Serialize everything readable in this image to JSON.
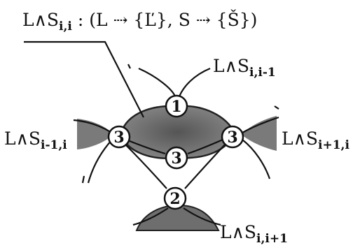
{
  "title": {
    "main": "L∧S",
    "sub": "i,i",
    "rest": ": (L ⇢ {Ľ}, S ⇢ {Š})"
  },
  "labels": {
    "top_right": {
      "main": "L∧S",
      "sub": "i,i-1"
    },
    "left": {
      "main": "L∧S",
      "sub": "i-1,i"
    },
    "right": {
      "main": "L∧S",
      "sub": "i+1,i"
    },
    "bottom": {
      "main": "L∧S",
      "sub": "i,i+1"
    }
  },
  "nodes": {
    "top": "1",
    "bottom": "2",
    "left": "3",
    "center": "3",
    "right": "3"
  },
  "colors": {
    "ink": "#111111",
    "shade": "#6b6b6b",
    "shade_light": "#9a9a9a"
  }
}
